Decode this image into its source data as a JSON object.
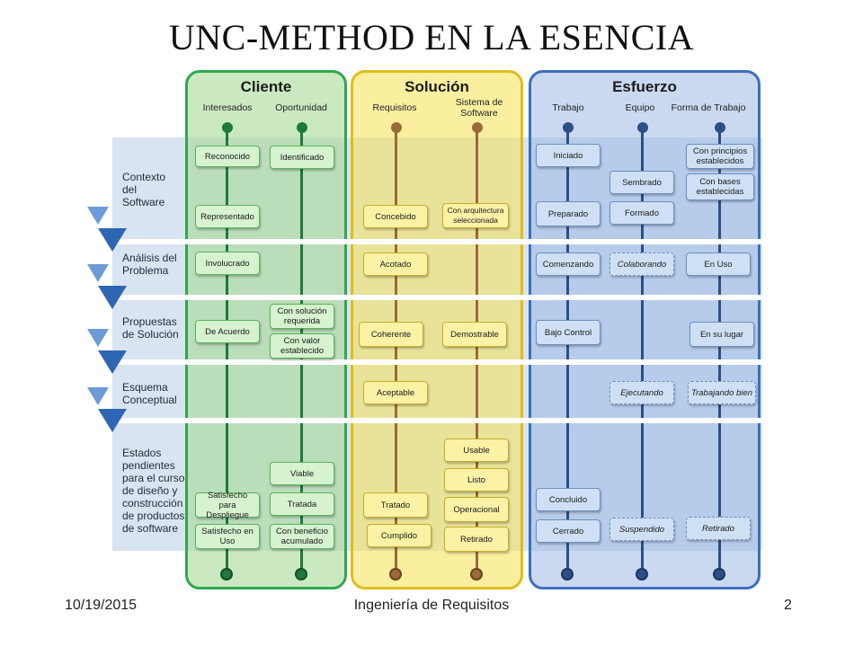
{
  "title": "UNC-METHOD EN LA ESENCIA",
  "footer": {
    "date": "10/19/2015",
    "center": "Ingeniería de Requisitos",
    "page": "2"
  },
  "rows": [
    "Contexto del Software",
    "Análisis del Problema",
    "Propuestas de Solución",
    "Esquema Conceptual",
    "Estados pendientes para el curso de diseño y construcción de productos de software"
  ],
  "panels": {
    "cliente": {
      "title": "Cliente",
      "color": "#2fa84f",
      "columns": [
        "Interesados",
        "Oportunidad"
      ],
      "interesados": [
        "Reconocido",
        "Representado",
        "Involucrado",
        "De Acuerdo",
        "Satisfecho para Despliegue",
        "Satisfecho en Uso"
      ],
      "oportunidad": [
        "Identificado",
        "Con solución requerida",
        "Con valor establecido",
        "Viable",
        "Tratada",
        "Con beneficio acumulado"
      ]
    },
    "solucion": {
      "title": "Solución",
      "color": "#e6c419",
      "columns": [
        "Requisitos",
        "Sistema de Software"
      ],
      "requisitos": [
        "Concebido",
        "Acotado",
        "Coherente",
        "Aceptable",
        "Tratado",
        "Cumplido"
      ],
      "sistema": [
        "Con arquitectura seleccionada",
        "Demostrable",
        "Usable",
        "Listo",
        "Operacional",
        "Retirado"
      ]
    },
    "esfuerzo": {
      "title": "Esfuerzo",
      "color": "#3a6fbf",
      "columns": [
        "Trabajo",
        "Equipo",
        "Forma de Trabajo"
      ],
      "trabajo": [
        "Iniciado",
        "Preparado",
        "Comenzando",
        "Bajo Control",
        "Concluido",
        "Cerrado"
      ],
      "equipo": [
        "Sembrado",
        "Formado",
        "Colaborando",
        "Ejecutando",
        "Suspendido"
      ],
      "forma": [
        "Con principios establecidos",
        "Con bases establecidas",
        "En Uso",
        "En su lugar",
        "Trabajando bien",
        "Retirado"
      ]
    }
  }
}
